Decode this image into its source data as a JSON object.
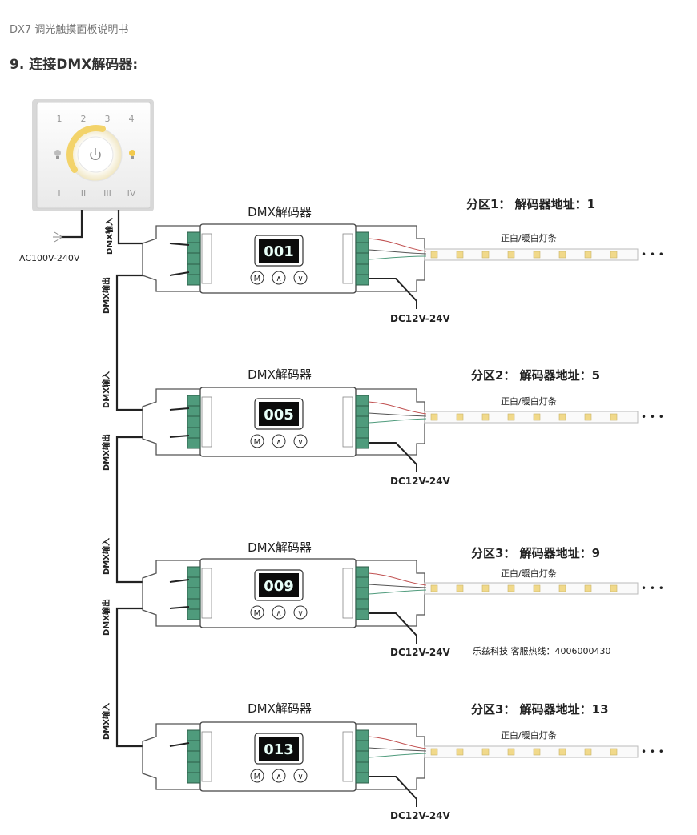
{
  "header": {
    "doc_title": "DX7 调光触摸面板说明书",
    "section_title": "9. 连接DMX解码器:"
  },
  "panel": {
    "channels_top": [
      "1",
      "2",
      "3",
      "4"
    ],
    "channels_bottom": [
      "I",
      "II",
      "III",
      "IV"
    ],
    "ac_label": "AC100V-240V",
    "icons": [
      "bulb-cool-icon",
      "bulb-warm-icon",
      "power-icon"
    ]
  },
  "labels": {
    "dmx_in": "DMX输入",
    "dmx_out": "DMX输出",
    "strip": "正白/暖白灯条",
    "power": "DC12V-24V",
    "buttons": [
      "M",
      "∧",
      "∨"
    ]
  },
  "decoders": [
    {
      "title": "DMX解码器",
      "display": "001",
      "zone": "分区1： 解码器地址：1"
    },
    {
      "title": "DMX解码器",
      "display": "005",
      "zone": "分区2： 解码器地址：5"
    },
    {
      "title": "DMX解码器",
      "display": "009",
      "zone": "分区3： 解码器地址：9"
    },
    {
      "title": "DMX解码器",
      "display": "013",
      "zone": "分区3： 解码器地址：13"
    }
  ],
  "hotline": "乐兹科技 客服热线：4006000430",
  "colors": {
    "display_bg": "#0b0b0b",
    "display_text": "#e8fff8",
    "terminal_green": "#4f9b7c",
    "warm_ring": "#f3d36a",
    "wire": "#222222"
  }
}
